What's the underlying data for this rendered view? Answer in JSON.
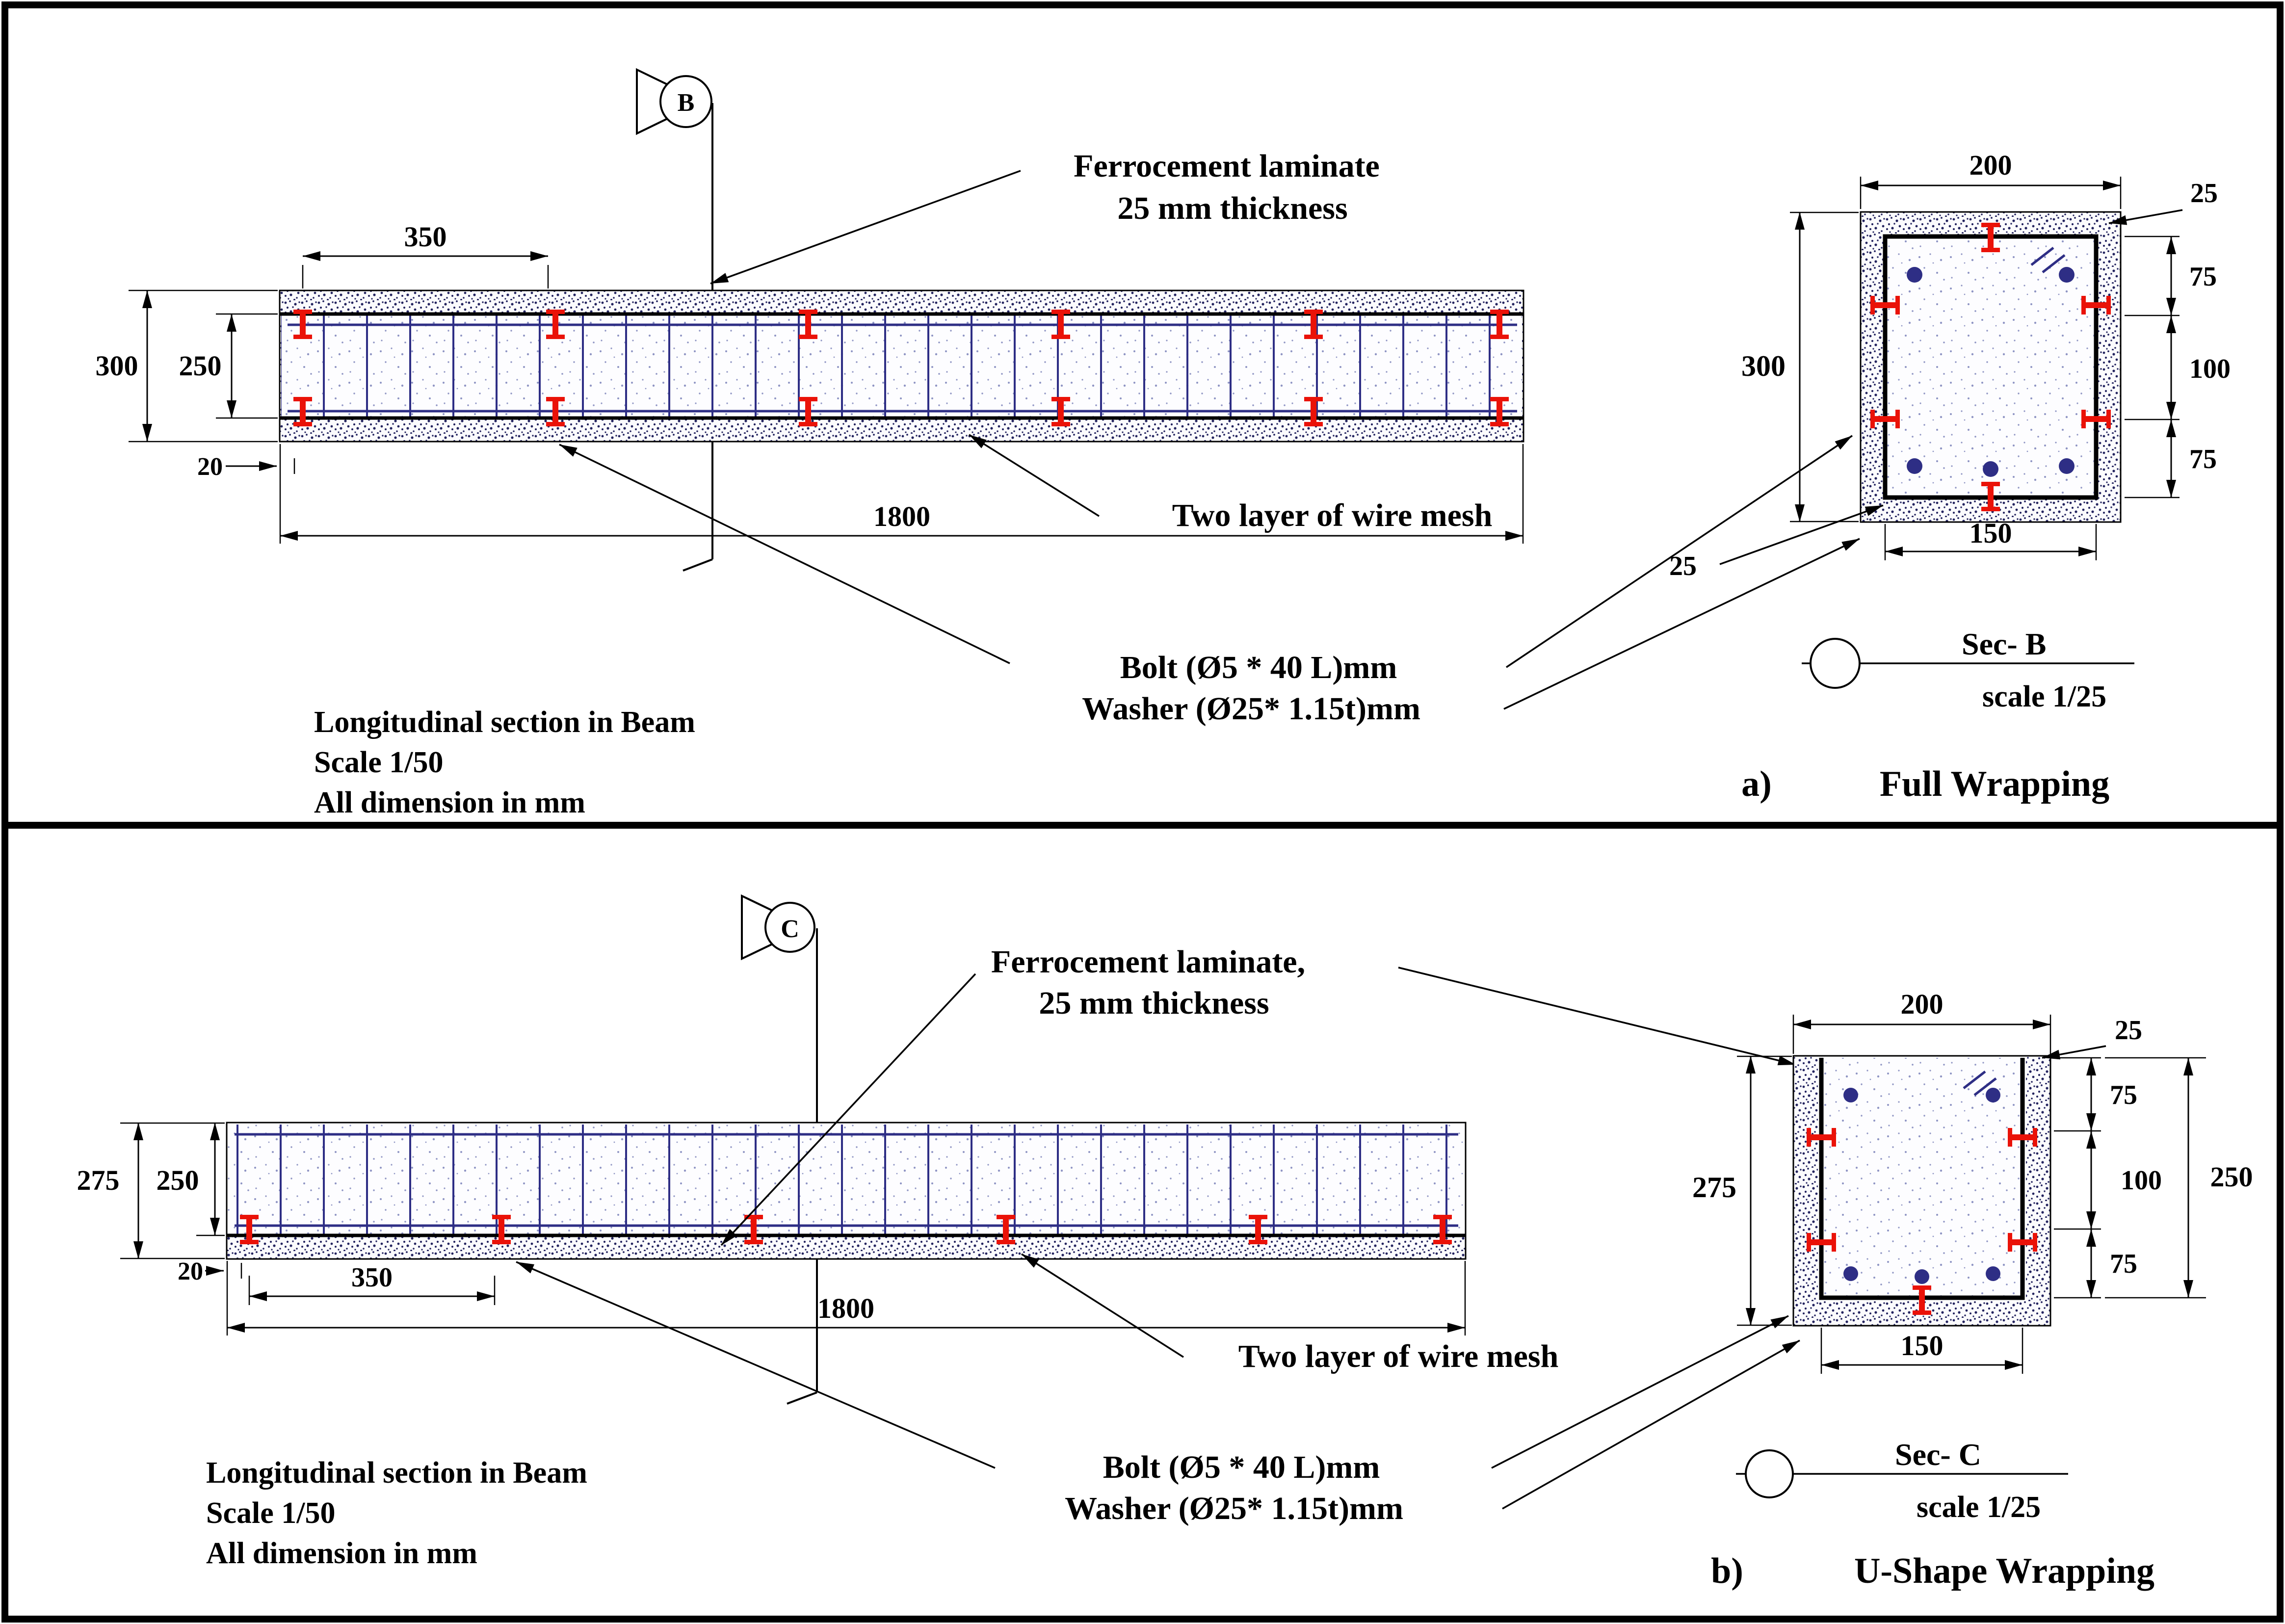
{
  "colors": {
    "ink": "#000000",
    "rebar-navy": "#2e2e85",
    "speckle-blue": "#8f95c4",
    "stipple-navy": "#23235f",
    "bolt-red": "#ea1208",
    "paper": "#ffffff"
  },
  "panel_a": {
    "item_label": "a)",
    "title": "Full Wrapping",
    "section_marker_letter": "B",
    "callouts": {
      "laminate_1": "Ferrocement laminate",
      "laminate_2": "25 mm thickness",
      "wire_mesh": "Two layer of wire mesh",
      "bolt_1": "Bolt (Ø5 * 40 L)mm",
      "bolt_2": "Washer (Ø25* 1.15t)mm"
    },
    "caption": {
      "line_1": "Longitudinal section in Beam",
      "line_2": "Scale 1/50",
      "line_3": "All dimension in mm"
    },
    "beam_dims": {
      "bolt_spacing": "350",
      "overall_depth": "300",
      "core_depth": "250",
      "end_offset": "20",
      "span": "1800"
    },
    "section": {
      "name": "Sec- B",
      "scale": "scale 1/25",
      "width": "200",
      "laminate_top": "25",
      "spacing_top": "75",
      "spacing_mid": "100",
      "spacing_bottom": "75",
      "depth": "300",
      "laminate_bottom": "25",
      "core_width": "150"
    }
  },
  "panel_b": {
    "item_label": "b)",
    "title": "U-Shape Wrapping",
    "section_marker_letter": "C",
    "callouts": {
      "laminate_1": "Ferrocement laminate,",
      "laminate_2": "25 mm thickness",
      "wire_mesh": "Two layer of wire mesh",
      "bolt_1": "Bolt (Ø5 * 40 L)mm",
      "bolt_2": "Washer (Ø25* 1.15t)mm"
    },
    "caption": {
      "line_1": "Longitudinal section in Beam",
      "line_2": "Scale 1/50",
      "line_3": "All dimension in mm"
    },
    "beam_dims": {
      "overall_depth": "275",
      "core_depth": "250",
      "end_offset": "20",
      "bolt_spacing": "350",
      "span": "1800"
    },
    "section": {
      "name": "Sec- C",
      "scale": "scale 1/25",
      "width": "200",
      "laminate_side": "25",
      "spacing_top": "75",
      "spacing_mid": "100",
      "spacing_bottom": "75",
      "depth_left": "275",
      "depth_right": "250",
      "core_width": "150"
    }
  }
}
